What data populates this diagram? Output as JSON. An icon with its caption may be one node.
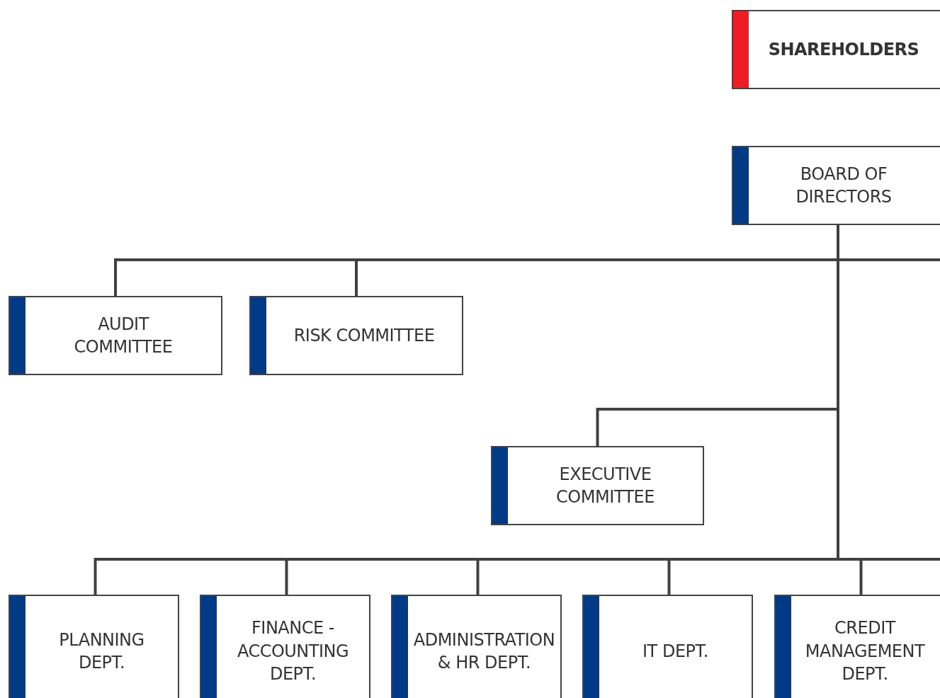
{
  "diagram": {
    "nodes": [
      {
        "text": [
          "SHAREHOLDERS"
        ]
      },
      {
        "text": [
          "BOARD OF DIRECTORS"
        ]
      },
      {
        "text": [
          "AUDIT COMMITTEE"
        ]
      },
      {
        "text": [
          "RISK COMMITTEE"
        ]
      },
      {
        "text": [
          "EXECUTIVE COMMITTEE"
        ]
      },
      {
        "text": [
          "PLANNING DEPT."
        ]
      },
      {
        "text": [
          "FINANCE - ACCOUNTING DEPT."
        ]
      },
      {
        "text": [
          "ADMINISTRATION & HR DEPT."
        ]
      },
      {
        "text": [
          "IT DEPT."
        ]
      },
      {
        "text": [
          "CREDIT MANAGEMENT DEPT."
        ]
      }
    ],
    "edges": [
      {
        "from": 1,
        "to": 2,
        "arrow": "none"
      },
      {
        "from": 1,
        "to": 3,
        "arrow": "none"
      },
      {
        "from": 1,
        "to": null,
        "arrow": "none"
      },
      {
        "from": 1,
        "to": 4,
        "arrow": "none"
      },
      {
        "from": 1,
        "to": 5,
        "arrow": "none"
      },
      {
        "from": 1,
        "to": 6,
        "arrow": "none"
      },
      {
        "from": 1,
        "to": 7,
        "arrow": "none"
      },
      {
        "from": 1,
        "to": 8,
        "arrow": "none"
      },
      {
        "from": 1,
        "to": 9,
        "arrow": "none"
      },
      {
        "from": 1,
        "to": null,
        "arrow": "none"
      }
    ]
  }
}
